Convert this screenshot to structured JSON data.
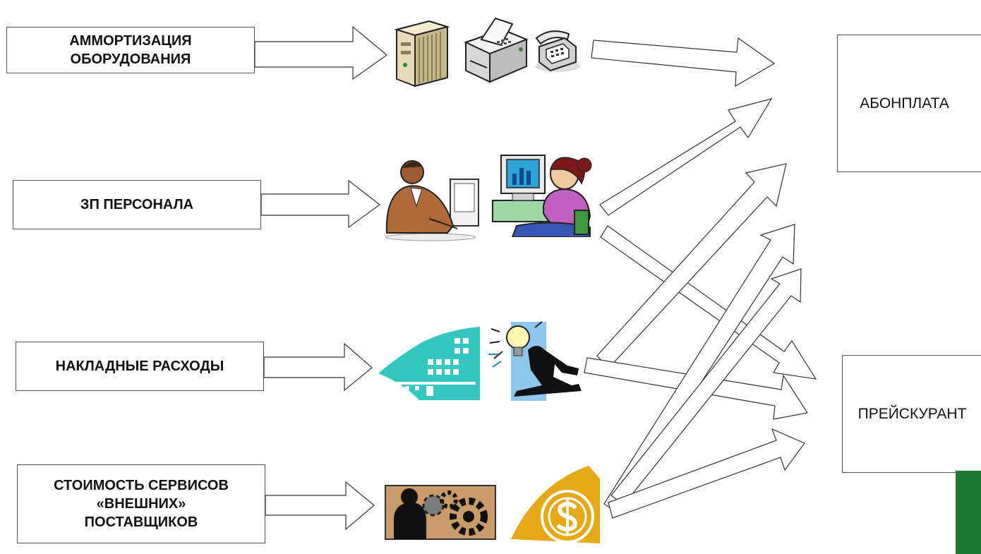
{
  "sources": [
    {
      "id": "amortization",
      "lines": [
        "АММОРТИЗАЦИЯ",
        "ОБОРУДОВАНИЯ"
      ],
      "icons": [
        "server-icon",
        "fax-machine-icon",
        "telephone-icon"
      ]
    },
    {
      "id": "salary",
      "lines": [
        "ЗП ПЕРСОНАЛА"
      ],
      "icons": [
        "office-worker-icon",
        "computer-operator-icon"
      ]
    },
    {
      "id": "overhead",
      "lines": [
        "НАКЛАДНЫЕ РАСХОДЫ"
      ],
      "icons": [
        "office-building-icon",
        "idea-runner-icon"
      ]
    },
    {
      "id": "external",
      "lines": [
        "СТОИМОСТЬ СЕРВИСОВ",
        "«ВНЕШНИХ»",
        "ПОСТАВЩИКОВ"
      ],
      "icons": [
        "gears-businessman-icon",
        "dollar-coin-icon"
      ]
    }
  ],
  "targets": [
    {
      "id": "subscription",
      "label": "АБОНПЛАТА"
    },
    {
      "id": "pricelist",
      "label": "ПРЕЙСКУРАНТ"
    }
  ],
  "flows": [
    {
      "from": "amortization",
      "to": "subscription"
    },
    {
      "from": "salary",
      "to": "subscription"
    },
    {
      "from": "salary",
      "to": "pricelist"
    },
    {
      "from": "overhead",
      "to": "subscription"
    },
    {
      "from": "overhead",
      "to": "pricelist"
    },
    {
      "from": "external",
      "to": "subscription"
    },
    {
      "from": "external",
      "to": "pricelist"
    }
  ],
  "colors": {
    "accent_green": "#1e7a32",
    "teal": "#33c7c0",
    "gold": "#e8a317",
    "worker_purple": "#c060c0"
  }
}
